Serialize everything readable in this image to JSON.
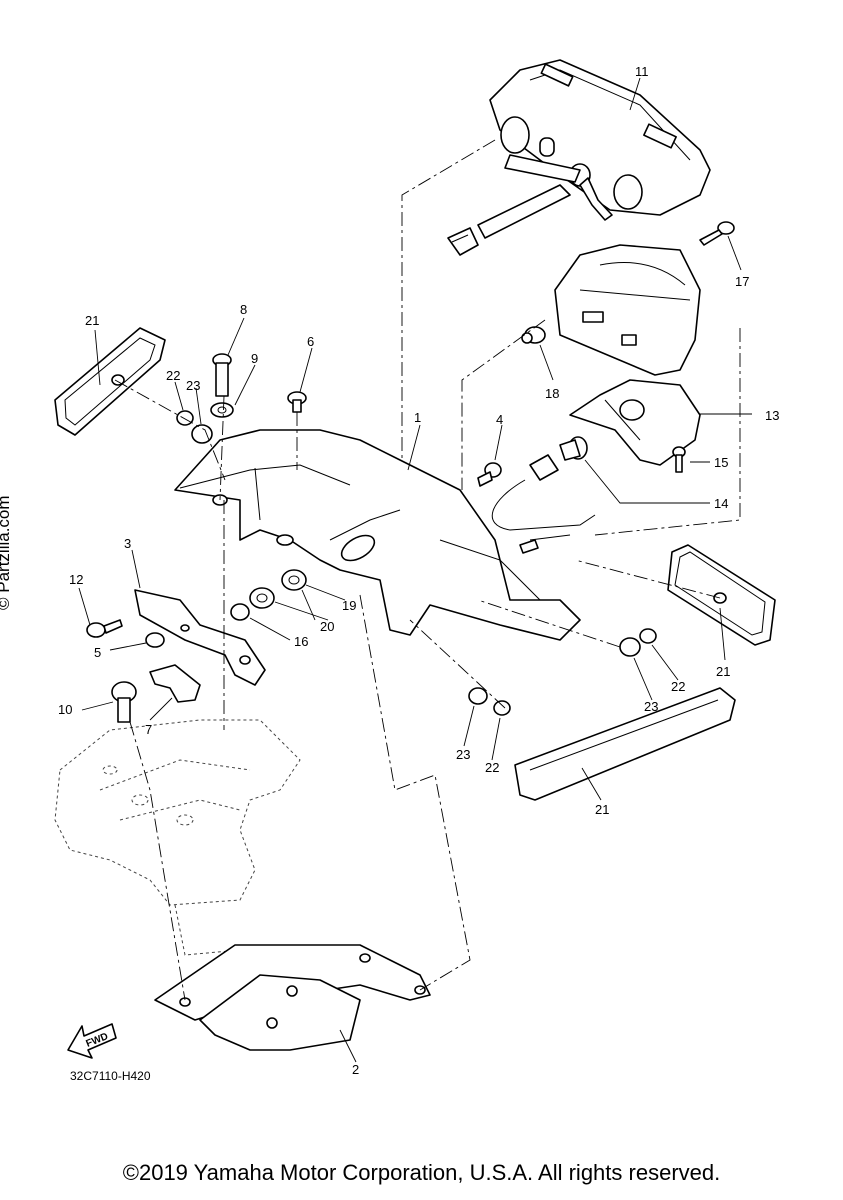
{
  "diagram": {
    "drawing_code": "32C7110-H420",
    "fwd_label": "FWD",
    "watermark": "© Partzilla.com",
    "copyright": "©2019 Yamaha Motor Corporation, U.S.A. All rights reserved.",
    "callouts": {
      "c1": "1",
      "c2": "2",
      "c3": "3",
      "c4": "4",
      "c5": "5",
      "c6": "6",
      "c7": "7",
      "c8": "8",
      "c9": "9",
      "c10": "10",
      "c11": "11",
      "c12": "12",
      "c13": "13",
      "c14": "14",
      "c15": "15",
      "c16": "16",
      "c17": "17",
      "c18": "18",
      "c19": "19",
      "c20": "20",
      "c21a": "21",
      "c21b": "21",
      "c21c": "21",
      "c22a": "22",
      "c22b": "22",
      "c22c": "22",
      "c23a": "23",
      "c23b": "23",
      "c23c": "23"
    }
  }
}
